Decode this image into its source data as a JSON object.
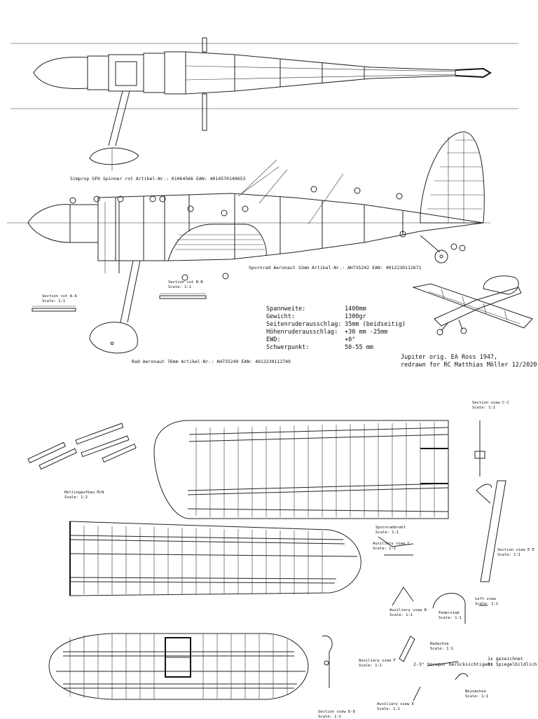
{
  "annotations": {
    "spinner": "Simprop GFK Spinner rot  Artikel-Nr.:  01064566 EAN:  4014570149653",
    "wheel_rear": "Spornrad Aeronaut 32mm Artikel-Nr.:  AH735242 EAN:  4012230112671",
    "wheel_main": "Rad Aeronaut 76mm Artikel-Nr.:  AH735249 EAN:  4012230112749",
    "section_aa": "Section cut A-A",
    "section_aa_scale": "Scale:  1:1",
    "section_bb": "Section cut B-B",
    "section_bb_scale": "Scale:  1:1"
  },
  "specs": [
    {
      "label": "Spannweite:",
      "value": "1400mm"
    },
    {
      "label": "Gewicht:",
      "value": "1300gr"
    },
    {
      "label": "Seitenruderausschlag:",
      "value": "35mm (beidseitig)"
    },
    {
      "label": "Höhenruderausschlag:",
      "value": "+30 mm -25mm"
    },
    {
      "label": "EWD:",
      "value": "+0°"
    },
    {
      "label": "Schwerpunkt:",
      "value": "50-55 mm"
    }
  ],
  "credit": {
    "line1": "Jupiter  orig. EA Ross 1947,",
    "line2": "redrawn for RC Matthias Möller 12/2020"
  },
  "lower_annotations": {
    "helling": "Hellingaufbau M/W",
    "helling_scale": "Scale:  1:2",
    "section_cc": "Section view C-C",
    "section_cc_scale": "Scale:  1:1",
    "section_ee": "Section view E-E",
    "section_ee_scale": "Scale:  1:1",
    "section_dd": "Section view D-D",
    "section_dd_scale": "Scale:  1:1",
    "spornradbraht": "Spornradbraht",
    "spornradbraht_scale": "Scale:  1:1",
    "aux_c": "Auxiliary view C",
    "aux_c_scale": "Scale:  1:1",
    "aux_b": "Auxiliary view B",
    "aux_b_scale": "Scale:  1:1",
    "aux_f": "Auxiliary view F",
    "aux_f_scale": "Scale:  1:1",
    "aux_e": "Auxiliary view E",
    "aux_e_scale": "Scale:  1:1",
    "federstab": "Federstab",
    "federstab_scale": "Scale:  1:1",
    "left_view": "Left view",
    "left_view_scale": "Scale:  1:1",
    "radachse": "Radachse",
    "radachse_scale": "Scale:  1:1",
    "beinachse": "Beinachse",
    "beinachse_scale": "Scale:  1:1",
    "vorspur": "2-3° Vorspur berücksichtigen!",
    "mirror1": "1x gezeichnet",
    "mirror2": "8x Spiegelbildlich"
  }
}
